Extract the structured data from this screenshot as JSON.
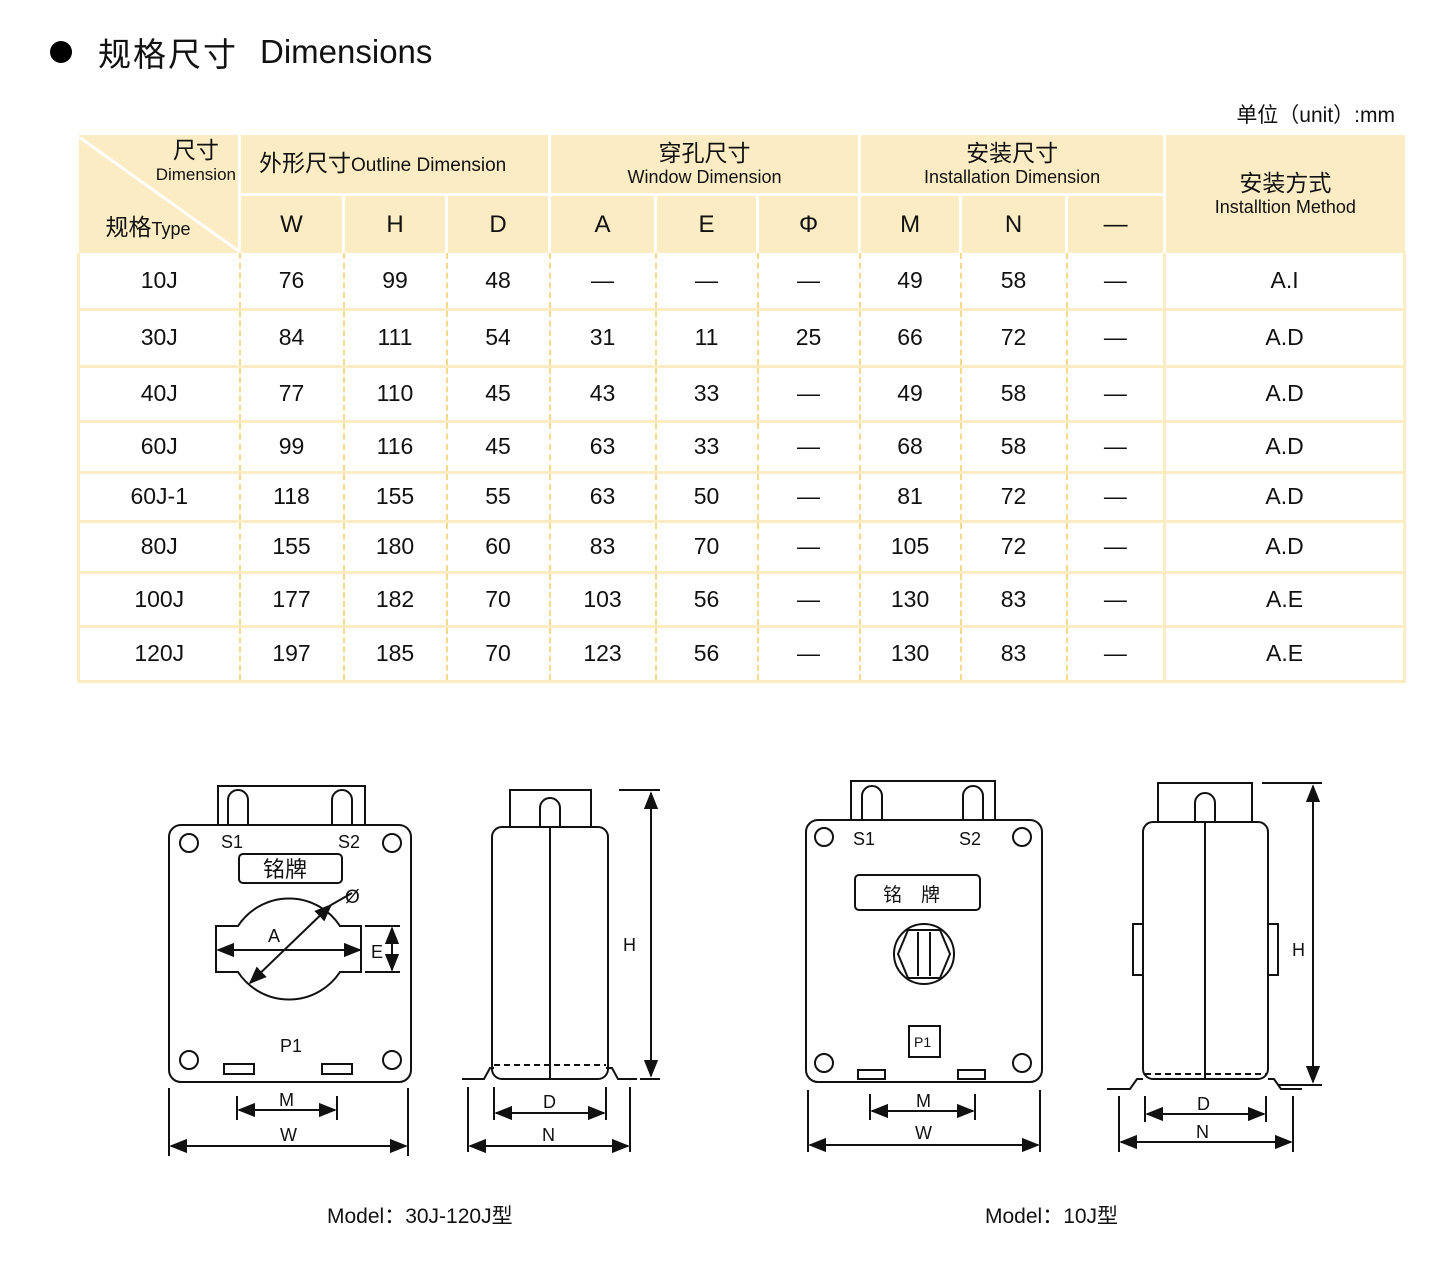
{
  "heading": {
    "cn": "规格尺寸",
    "en": "Dimensions"
  },
  "unit": "单位（unit）:mm",
  "table": {
    "corner": {
      "top_cn": "尺寸",
      "top_en": "Dimension",
      "bottom_cn": "规格",
      "bottom_en": "Type"
    },
    "groups": {
      "outline": {
        "cn": "外形尺寸",
        "en": "Outline Dimension"
      },
      "window": {
        "cn": "穿孔尺寸",
        "en": "Window Dimension"
      },
      "install": {
        "cn": "安装尺寸",
        "en": "Installation Dimension"
      },
      "method": {
        "cn": "安装方式",
        "en": "Installtion Method"
      }
    },
    "columns": [
      "W",
      "H",
      "D",
      "A",
      "E",
      "Φ",
      "M",
      "N",
      "—"
    ],
    "rows": [
      [
        "10J",
        "76",
        "99",
        "48",
        "—",
        "—",
        "—",
        "49",
        "58",
        "—",
        "A.I"
      ],
      [
        "30J",
        "84",
        "111",
        "54",
        "31",
        "11",
        "25",
        "66",
        "72",
        "—",
        "A.D"
      ],
      [
        "40J",
        "77",
        "110",
        "45",
        "43",
        "33",
        "—",
        "49",
        "58",
        "—",
        "A.D"
      ],
      [
        "60J",
        "99",
        "116",
        "45",
        "63",
        "33",
        "—",
        "68",
        "58",
        "—",
        "A.D"
      ],
      [
        "60J-1",
        "118",
        "155",
        "55",
        "63",
        "50",
        "—",
        "81",
        "72",
        "—",
        "A.D"
      ],
      [
        "80J",
        "155",
        "180",
        "60",
        "83",
        "70",
        "—",
        "105",
        "72",
        "—",
        "A.D"
      ],
      [
        "100J",
        "177",
        "182",
        "70",
        "103",
        "56",
        "—",
        "130",
        "83",
        "—",
        "A.E"
      ],
      [
        "120J",
        "197",
        "185",
        "70",
        "123",
        "56",
        "—",
        "130",
        "83",
        "—",
        "A.E"
      ]
    ]
  },
  "diagrams": {
    "labels": {
      "s1": "S1",
      "s2": "S2",
      "p1": "P1",
      "nameplate": "铭牌",
      "nameplate_spaced": "铭　牌",
      "a": "A",
      "e": "E",
      "phi": "Ø",
      "m": "M",
      "w": "W",
      "d": "D",
      "n": "N",
      "h": "H"
    },
    "caption_left": "Model：30J-120J型",
    "caption_right": "Model：10J型"
  }
}
